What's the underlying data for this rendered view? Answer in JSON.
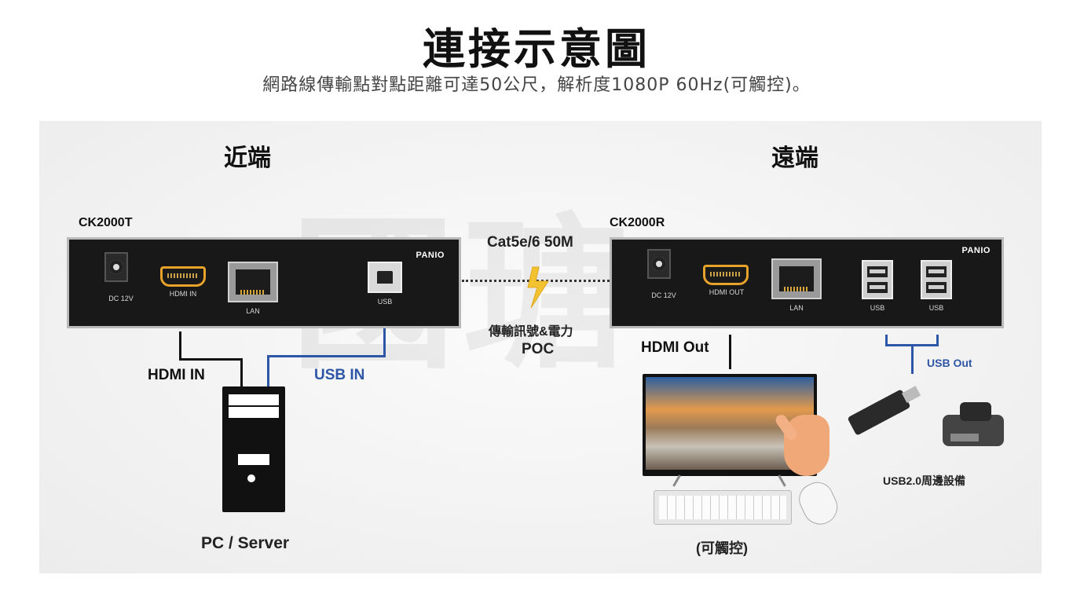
{
  "header": {
    "title": "連接示意圖",
    "subtitle": "網路線傳輸點對點距離可達50公尺，解析度1080P 60Hz(可觸控)。"
  },
  "watermark": "國瑭",
  "near": {
    "title": "近端",
    "model": "CK2000T",
    "brand": "PANIO",
    "ports": {
      "dc": "DC 12V",
      "hdmi": "HDMI IN",
      "lan": "LAN",
      "usb": "USB"
    },
    "cable_labels": {
      "hdmi": "HDMI IN",
      "usb": "USB IN"
    },
    "device_label": "PC / Server"
  },
  "link": {
    "cable": "Cat5e/6 50M",
    "signal": "傳輸訊號&電力",
    "poc": "POC"
  },
  "far": {
    "title": "遠端",
    "model": "CK2000R",
    "brand": "PANIO",
    "ports": {
      "dc": "DC 12V",
      "hdmi": "HDMI OUT",
      "lan": "LAN",
      "usb1": "USB",
      "usb2": "USB"
    },
    "cable_labels": {
      "hdmi": "HDMI Out",
      "usb": "USB Out"
    },
    "touch_label": "(可觸控)",
    "peripherals_label": "USB2.0周邊設備"
  },
  "colors": {
    "usb_line": "#2e56a6",
    "hdmi_port": "#e7a22a",
    "bolt": "#f2c230"
  }
}
